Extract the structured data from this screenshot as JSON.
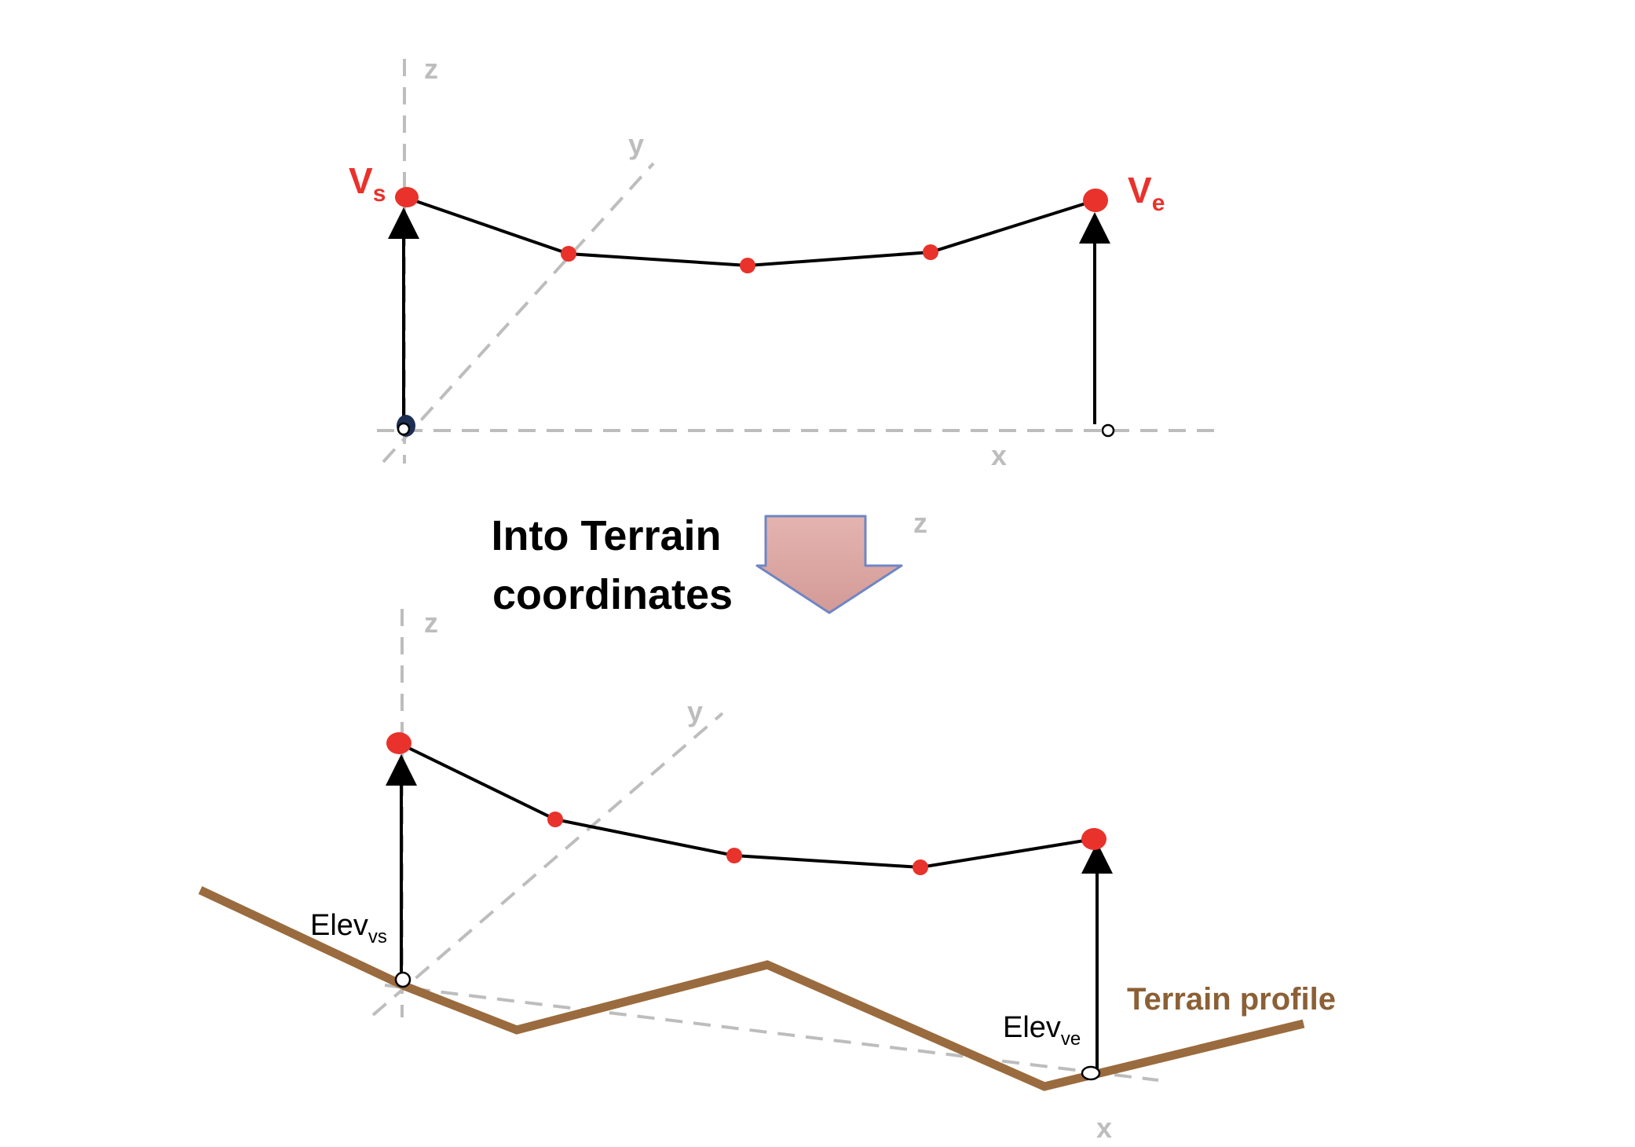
{
  "top_diagram": {
    "axis_z": "z",
    "axis_y": "y",
    "axis_x": "x",
    "start_vertex": {
      "letter": "V",
      "sub": "s"
    },
    "end_vertex": {
      "letter": "V",
      "sub": "e"
    }
  },
  "transition": {
    "line1": "Into Terrain",
    "line2": "coordinates",
    "axis_z": "z"
  },
  "bottom_diagram": {
    "axis_z": "z",
    "axis_y": "y",
    "axis_x": "x",
    "elev_start": {
      "text": "Elev",
      "sub": "vs"
    },
    "elev_end": {
      "text": "Elev",
      "sub": "ve"
    },
    "terrain_label": "Terrain profile"
  },
  "colors": {
    "vertex": "#e8322b",
    "axis": "#bdbdbd",
    "terrain": "#9a6b3e",
    "arrow_fill": "#d9a3a0",
    "arrow_stroke": "#6f86c4"
  }
}
